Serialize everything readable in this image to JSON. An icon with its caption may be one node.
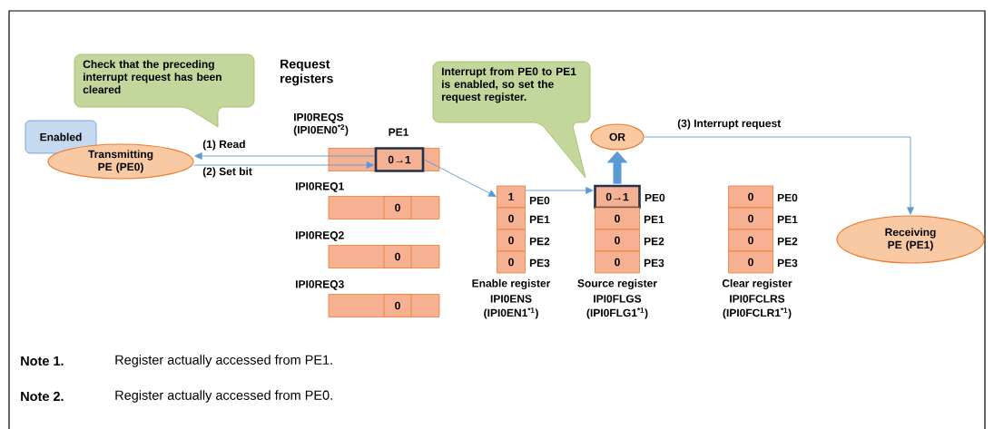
{
  "diagram": {
    "nodes": [
      {
        "text": [
          "Enabled"
        ]
      },
      {
        "text": [
          "Transmitting PE (PE0)"
        ]
      },
      {
        "text": [
          "Check that the preceding interrupt request has been cleared"
        ]
      },
      {
        "text": [],
        "shape": "box",
        "beside": [
          "IPI0REQS (IPI0EN0$^{*2}$)"
        ]
      },
      {
        "text": [
          "0→1"
        ],
        "in": 3,
        "beside": [
          "PE1"
        ]
      },
      {
        "text": [],
        "shape": "box",
        "beside": [
          "IPI0REQ1"
        ]
      },
      {
        "text": [
          "0"
        ],
        "in": 5
      },
      {
        "text": [],
        "shape": "box",
        "beside": [
          "IPI0REQ2"
        ]
      },
      {
        "text": [
          "0"
        ],
        "in": 7
      },
      {
        "text": [],
        "shape": "box",
        "beside": [
          "IPI0REQ3"
        ]
      },
      {
        "text": [
          "0"
        ],
        "in": 9
      },
      {
        "text": [
          "Interrupt from PE0 to PE1 is enabled, so set the request register."
        ]
      },
      {
        "text": [
          "1"
        ],
        "beside": [
          "PE0"
        ]
      },
      {
        "text": [
          "0"
        ],
        "beside": [
          "PE1"
        ]
      },
      {
        "text": [
          "0"
        ],
        "beside": [
          "PE2"
        ]
      },
      {
        "text": [
          "0"
        ],
        "beside": [
          "PE3",
          "Enable register",
          "IPI0ENS",
          "(IPI0EN1$^{*1}$)"
        ]
      },
      {
        "text": [
          "0→1"
        ],
        "beside": [
          "PE0"
        ]
      },
      {
        "text": [
          "0"
        ],
        "beside": [
          "PE1"
        ]
      },
      {
        "text": [
          "0"
        ],
        "beside": [
          "PE2"
        ]
      },
      {
        "text": [
          "0"
        ],
        "beside": [
          "PE3",
          "Source register",
          "IPI0FLGS",
          "(IPI0FLG1$^{*1}$)"
        ]
      },
      {
        "text": [
          "0"
        ],
        "beside": [
          "PE0"
        ]
      },
      {
        "text": [
          "0"
        ],
        "beside": [
          "PE1"
        ]
      },
      {
        "text": [
          "0"
        ],
        "beside": [
          "PE2"
        ]
      },
      {
        "text": [
          "0"
        ],
        "beside": [
          "PE3",
          "Clear register",
          "IPI0FCLRS",
          "(IPI0FCLR1$^{*1}$)"
        ]
      },
      {
        "text": [
          "OR"
        ]
      },
      {
        "text": [
          "Receiving PE (PE1)"
        ]
      }
    ],
    "edges": [
      {
        "from": 4,
        "to": 1,
        "arrow": "to",
        "label": "(1) Read"
      },
      {
        "from": 1,
        "to": 4,
        "arrow": "to",
        "label": "(2) Set bit"
      },
      {
        "from": 4,
        "to": 12,
        "arrow": "to"
      },
      {
        "from": 12,
        "to": 16,
        "arrow": "to"
      },
      {
        "from": 16,
        "to": 24,
        "arrow": "to",
        "style": "thick"
      },
      {
        "from": 24,
        "to": 25,
        "arrow": "to",
        "label": "(3) Interrupt request"
      }
    ],
    "labels": [
      "Request registers",
      "Note 1.",
      "Register actually accessed from PE1.",
      "Note 2.",
      "Register actually accessed from PE0."
    ]
  }
}
